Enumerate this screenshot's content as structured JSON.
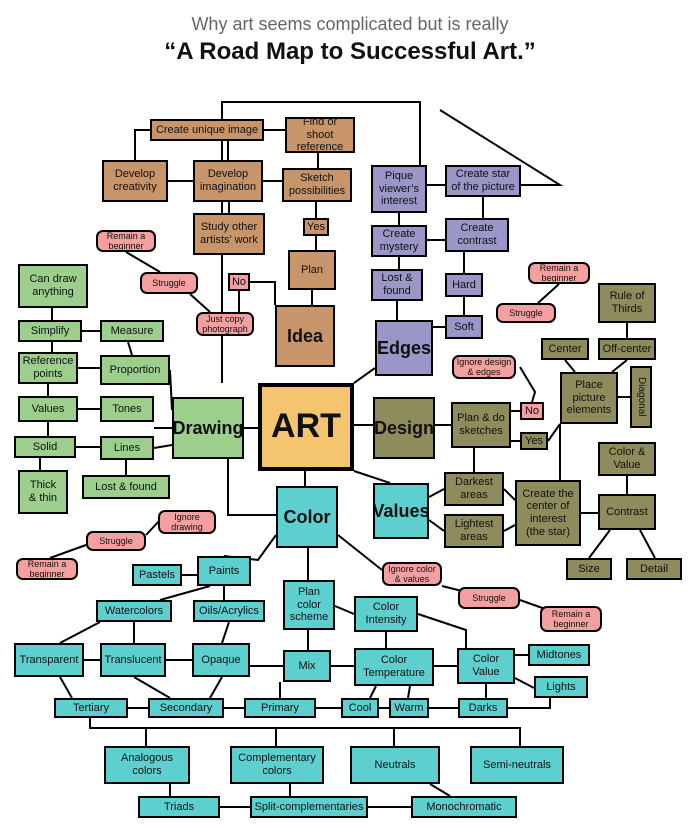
{
  "title": {
    "line1": "Why art seems complicated but is really",
    "line2": "“A Road Map to Successful Art.”"
  },
  "colors": {
    "idea": "#c8956a",
    "edges": "#9a96c8",
    "design": "#8e8c5c",
    "drawing": "#9ccf8c",
    "color": "#5ecfcf",
    "core": "#f5c46e",
    "warn": "#f4a0a0"
  },
  "nodes": [
    {
      "id": "art",
      "text": "ART",
      "kind": "core"
    },
    {
      "id": "idea",
      "text": "Idea",
      "kind": "big"
    },
    {
      "id": "edges",
      "text": "Edges",
      "kind": "big"
    },
    {
      "id": "design",
      "text": "Design",
      "kind": "big"
    },
    {
      "id": "drawing",
      "text": "Drawing",
      "kind": "big"
    },
    {
      "id": "color",
      "text": "Color",
      "kind": "big"
    },
    {
      "id": "values",
      "text": "Values",
      "kind": "big"
    },
    {
      "id": "create-unique",
      "text": "Create unique image"
    },
    {
      "id": "find-shoot",
      "text": "Find or shoot\nreference"
    },
    {
      "id": "develop-creativity",
      "text": "Develop\ncreativity"
    },
    {
      "id": "develop-imagination",
      "text": "Develop\nimagination"
    },
    {
      "id": "sketch-possibilities",
      "text": "Sketch\npossibilities"
    },
    {
      "id": "study-other",
      "text": "Study other\nartists’ work"
    },
    {
      "id": "yes-idea",
      "text": "Yes"
    },
    {
      "id": "plan-idea",
      "text": "Plan"
    },
    {
      "id": "no-idea",
      "text": "No"
    },
    {
      "id": "remain-beginner-1",
      "text": "Remain a\nbeginner",
      "kind": "pill"
    },
    {
      "id": "struggle-1",
      "text": "Struggle",
      "kind": "pill"
    },
    {
      "id": "just-copy",
      "text": "Just copy\nphotograph",
      "kind": "pill"
    },
    {
      "id": "pique",
      "text": "Pique\nviewer’s\ninterest"
    },
    {
      "id": "create-star",
      "text": "Create star\nof the picture"
    },
    {
      "id": "create-mystery",
      "text": "Create\nmystery"
    },
    {
      "id": "create-contrast",
      "text": "Create\ncontrast"
    },
    {
      "id": "lost-found-edges",
      "text": "Lost &\nfound"
    },
    {
      "id": "hard",
      "text": "Hard"
    },
    {
      "id": "soft",
      "text": "Soft"
    },
    {
      "id": "remain-beginner-2",
      "text": "Remain a\nbeginner",
      "kind": "pill"
    },
    {
      "id": "struggle-2",
      "text": "Struggle",
      "kind": "pill"
    },
    {
      "id": "ignore-design",
      "text": "Ignore design\n& edges",
      "kind": "pill"
    },
    {
      "id": "rule-thirds",
      "text": "Rule of\nThirds"
    },
    {
      "id": "center",
      "text": "Center"
    },
    {
      "id": "off-center",
      "text": "Off-center"
    },
    {
      "id": "place-picture",
      "text": "Place\npicture\nelements"
    },
    {
      "id": "diagonal",
      "text": "Diagonal",
      "kind": "vert"
    },
    {
      "id": "no-design",
      "text": "No"
    },
    {
      "id": "plan-sketches",
      "text": "Plan & do\nsketches"
    },
    {
      "id": "yes-design",
      "text": "Yes"
    },
    {
      "id": "darkest-areas",
      "text": "Darkest\nareas"
    },
    {
      "id": "lightest-areas",
      "text": "Lightest\nareas"
    },
    {
      "id": "create-center",
      "text": "Create the\ncenter of\ninterest\n(the star)"
    },
    {
      "id": "color-value",
      "text": "Color &\nValue"
    },
    {
      "id": "contrast",
      "text": "Contrast"
    },
    {
      "id": "size",
      "text": "Size"
    },
    {
      "id": "detail",
      "text": "Detail"
    },
    {
      "id": "can-draw",
      "text": "Can draw\nanything"
    },
    {
      "id": "simplify",
      "text": "Simplify"
    },
    {
      "id": "measure",
      "text": "Measure"
    },
    {
      "id": "reference-points",
      "text": "Reference\npoints"
    },
    {
      "id": "proportion",
      "text": "Proportion"
    },
    {
      "id": "values-draw",
      "text": "Values"
    },
    {
      "id": "tones",
      "text": "Tones"
    },
    {
      "id": "solid",
      "text": "Solid"
    },
    {
      "id": "lines",
      "text": "Lines"
    },
    {
      "id": "thick-thin",
      "text": "Thick\n& thin"
    },
    {
      "id": "lost-found-draw",
      "text": "Lost & found"
    },
    {
      "id": "ignore-drawing",
      "text": "Ignore\ndrawing",
      "kind": "pill"
    },
    {
      "id": "struggle-3",
      "text": "Struggle",
      "kind": "pill"
    },
    {
      "id": "remain-beginner-3",
      "text": "Remain a\nbeginner",
      "kind": "pill"
    },
    {
      "id": "pastels",
      "text": "Pastels"
    },
    {
      "id": "paints",
      "text": "Paints"
    },
    {
      "id": "watercolors",
      "text": "Watercolors"
    },
    {
      "id": "oils-acrylics",
      "text": "Oils/Acrylics"
    },
    {
      "id": "transparent",
      "text": "Transparent"
    },
    {
      "id": "translucent",
      "text": "Translucent"
    },
    {
      "id": "opaque",
      "text": "Opaque"
    },
    {
      "id": "plan-color-scheme",
      "text": "Plan\ncolor\nscheme"
    },
    {
      "id": "color-intensity",
      "text": "Color\nIntensity"
    },
    {
      "id": "mix",
      "text": "Mix"
    },
    {
      "id": "color-temperature",
      "text": "Color\nTemperature"
    },
    {
      "id": "color-value-2",
      "text": "Color\nValue"
    },
    {
      "id": "midtones",
      "text": "Midtones"
    },
    {
      "id": "lights",
      "text": "Lights"
    },
    {
      "id": "ignore-color",
      "text": "Ignore color\n& values",
      "kind": "pill"
    },
    {
      "id": "struggle-4",
      "text": "Struggle",
      "kind": "pill"
    },
    {
      "id": "remain-beginner-4",
      "text": "Remain a\nbeginner",
      "kind": "pill"
    },
    {
      "id": "tertiary",
      "text": "Tertiary"
    },
    {
      "id": "secondary",
      "text": "Secondary"
    },
    {
      "id": "primary",
      "text": "Primary"
    },
    {
      "id": "cool",
      "text": "Cool"
    },
    {
      "id": "warm",
      "text": "Warm"
    },
    {
      "id": "darks",
      "text": "Darks"
    },
    {
      "id": "analogous",
      "text": "Analogous\ncolors"
    },
    {
      "id": "complementary",
      "text": "Complementary\ncolors"
    },
    {
      "id": "neutrals",
      "text": "Neutrals"
    },
    {
      "id": "semi-neutrals",
      "text": "Semi-neutrals"
    },
    {
      "id": "triads",
      "text": "Triads"
    },
    {
      "id": "split-comp",
      "text": "Split-complementaries"
    },
    {
      "id": "monochromatic",
      "text": "Monochromatic"
    }
  ]
}
